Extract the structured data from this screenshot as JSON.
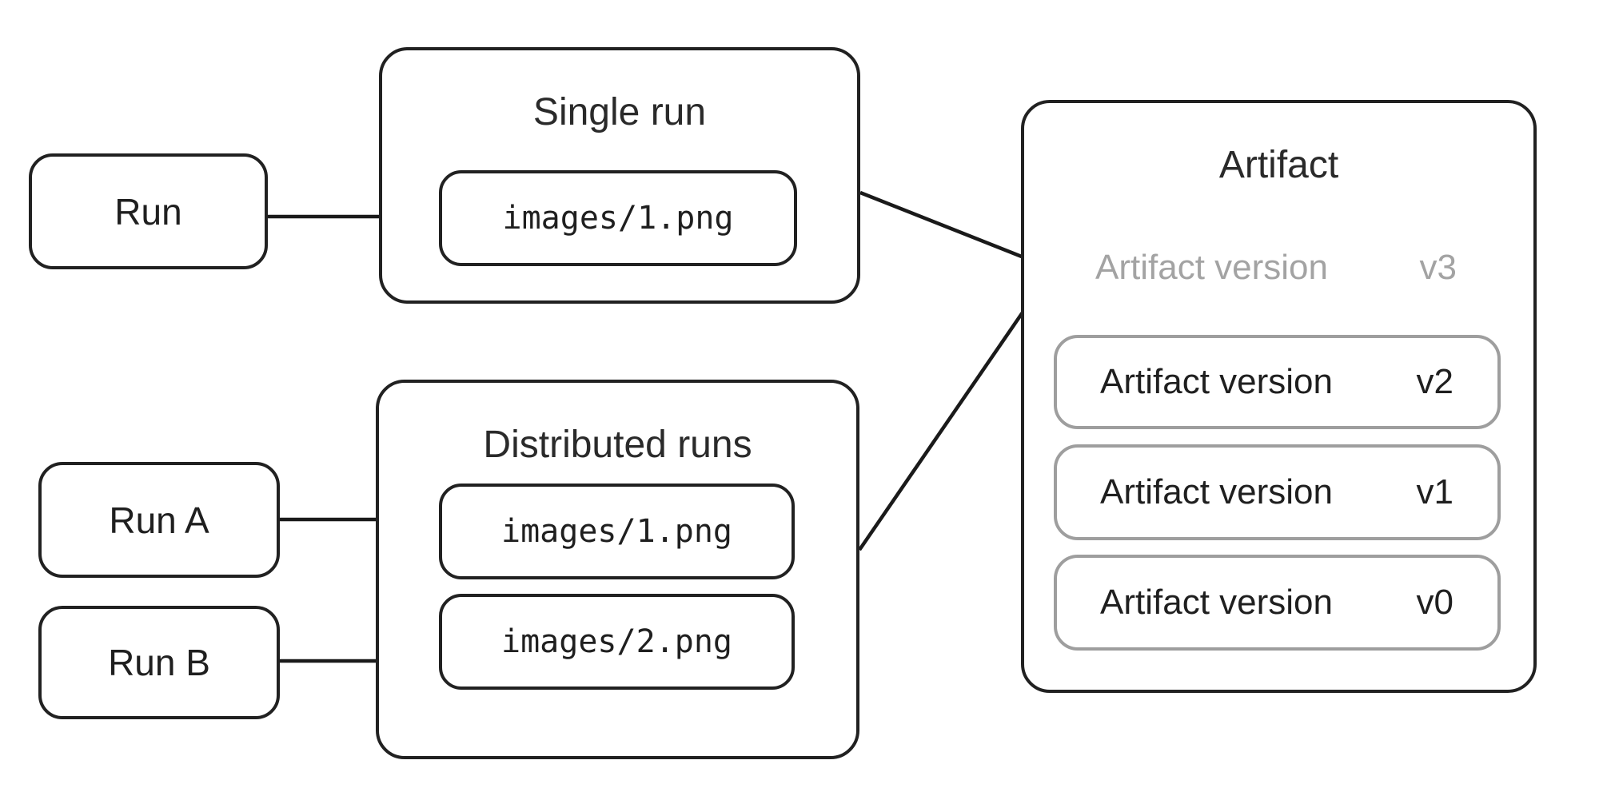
{
  "diagram": {
    "run_node": {
      "label": "Run"
    },
    "run_a_node": {
      "label": "Run A"
    },
    "run_b_node": {
      "label": "Run B"
    },
    "single_run_group": {
      "title": "Single run",
      "file": "images/1.png"
    },
    "distributed_group": {
      "title": "Distributed runs",
      "file1": "images/1.png",
      "file2": "images/2.png"
    },
    "artifact_group": {
      "title": "Artifact",
      "versions": [
        {
          "label": "Artifact version",
          "tag": "v3",
          "state": "pending"
        },
        {
          "label": "Artifact version",
          "tag": "v2",
          "state": "committed"
        },
        {
          "label": "Artifact version",
          "tag": "v1",
          "state": "committed"
        },
        {
          "label": "Artifact version",
          "tag": "v0",
          "state": "committed"
        }
      ]
    },
    "colors": {
      "stroke_dark": "#212121",
      "stroke_gray": "#9e9e9e",
      "text_dark": "#1f1f1f",
      "text_gray": "#a3a3a3",
      "background": "#ffffff"
    }
  }
}
